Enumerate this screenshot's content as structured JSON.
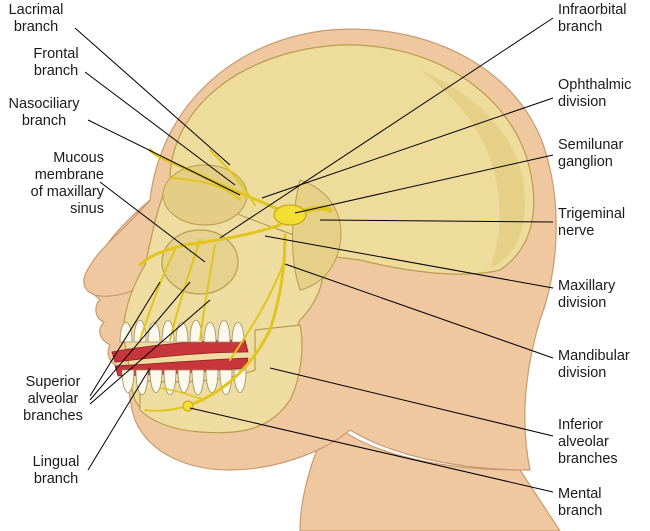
{
  "colors": {
    "skin": "#f0c8a0",
    "skin_shadow": "#e2b087",
    "skull": "#eedc9c",
    "skull_shadow": "#d8c073",
    "nerve": "#f3df33",
    "nerve_outline": "#c9a814",
    "gum": "#c8353a",
    "tooth": "#fbf8ee",
    "leader": "#000000"
  },
  "labels": {
    "lacrimal": [
      "Lacrimal",
      "branch"
    ],
    "frontal": [
      "Frontal",
      "branch"
    ],
    "nasociliary": [
      "Nasociliary",
      "branch"
    ],
    "mucous": [
      "Mucous",
      "membrane",
      "of maxillary",
      "sinus"
    ],
    "superior_alveolar": [
      "Superior",
      "alveolar",
      "branches"
    ],
    "lingual": [
      "Lingual",
      "branch"
    ],
    "infraorbital": [
      "Infraorbital",
      "branch"
    ],
    "ophthalmic": [
      "Ophthalmic",
      "division"
    ],
    "semilunar": [
      "Semilunar",
      "ganglion"
    ],
    "trigeminal": [
      "Trigeminal",
      "nerve"
    ],
    "maxillary": [
      "Maxillary",
      "division"
    ],
    "mandibular": [
      "Mandibular",
      "division"
    ],
    "inferior_alveolar": [
      "Inferior",
      "alveolar",
      "branches"
    ],
    "mental": [
      "Mental",
      "branch"
    ]
  }
}
